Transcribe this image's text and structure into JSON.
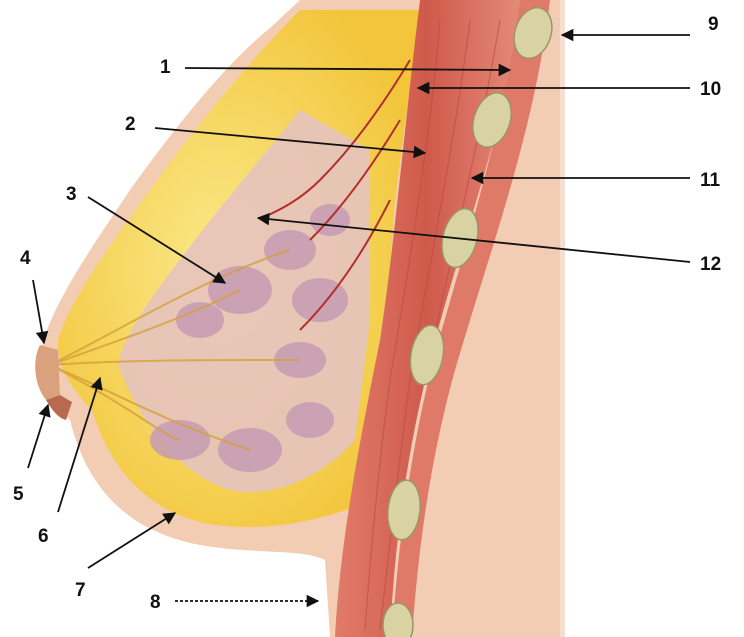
{
  "labels": [
    "1",
    "2",
    "3",
    "4",
    "5",
    "6",
    "7",
    "8",
    "9",
    "10",
    "11",
    "12"
  ],
  "colors": {
    "skin": "#f6d9c4",
    "skin_shadow": "#e8bfa0",
    "fat": "#f7d74a",
    "fat_light": "#fbe98a",
    "lobule": "#c9a3b8",
    "muscle": "#d9685a",
    "muscle_dark": "#b84a40",
    "rib": "#d6cfa3",
    "arrow": "#111111"
  }
}
